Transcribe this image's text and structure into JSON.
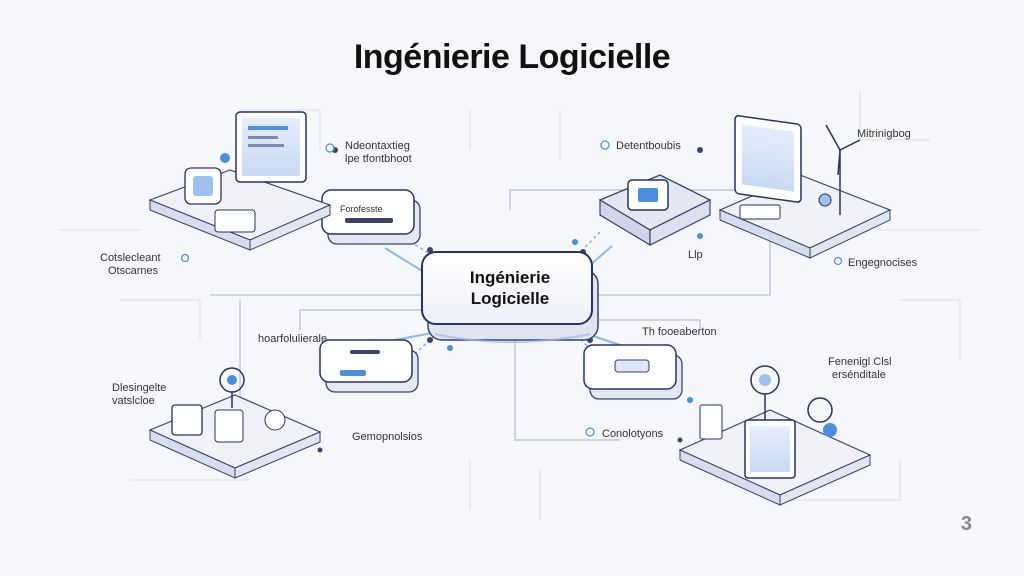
{
  "slide": {
    "title": "Ingénierie Logicielle",
    "page_number": "3"
  },
  "hub": {
    "line1": "Ingénierie",
    "line2": "Logicielle"
  },
  "labels": {
    "top_left_1": "Ndeontaxtieg",
    "top_left_2": "lpe tfontbhoot",
    "left_1": "Cotslecleant",
    "left_2": "Otscarnes",
    "top_right": "Detentboubis",
    "far_right_top": "Mitrinigbog",
    "far_right_mid": "Engegnocises",
    "upper_right_mid": "Llp",
    "mid_left": "hoarfolulierale",
    "bottom_left_1": "Dlesingelte",
    "bottom_left_2": "vatslcloe",
    "bottom_center": "Gemopnolsios",
    "mid_right": "Th fooeaberton",
    "right_1": "Fenenigl Clsl",
    "right_2": "ersénditale",
    "bottom_right": "Conolotyons"
  },
  "nodes": {
    "upper_left": "Forofesste",
    "lower_left": "",
    "upper_right": "",
    "lower_right": ""
  },
  "colors": {
    "accent": "#4a8fe0",
    "line": "#9aa4c4",
    "node_border": "#3a4270"
  }
}
